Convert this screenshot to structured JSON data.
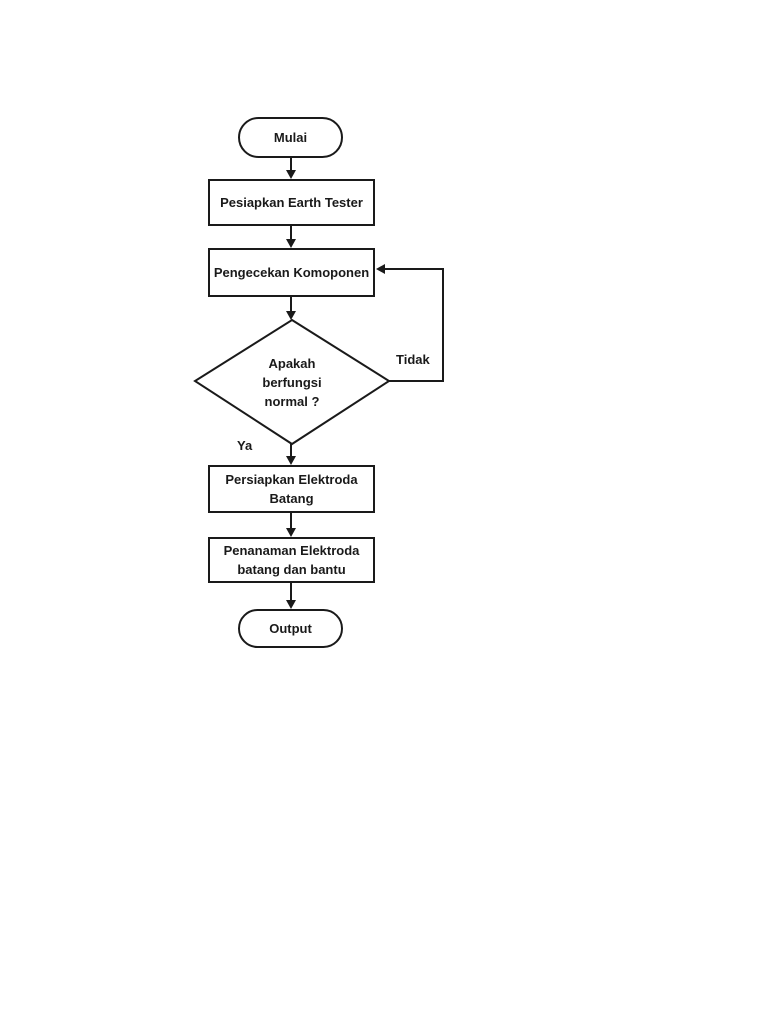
{
  "flowchart": {
    "nodes": {
      "start": {
        "type": "terminator",
        "lines": [
          "Mulai"
        ]
      },
      "prepare_tester": {
        "type": "process",
        "lines": [
          "Pesiapkan Earth Tester"
        ]
      },
      "check_component": {
        "type": "process",
        "lines": [
          "Pengecekan Komoponen"
        ]
      },
      "decision": {
        "type": "decision",
        "lines": [
          "Apakah",
          "berfungsi",
          "normal ?"
        ]
      },
      "prepare_electrode": {
        "type": "process",
        "lines": [
          "Persiapkan Elektroda",
          "Batang"
        ]
      },
      "plant_electrode": {
        "type": "process",
        "lines": [
          "Penanaman Elektroda",
          "batang dan bantu"
        ]
      },
      "output": {
        "type": "terminator",
        "lines": [
          "Output"
        ]
      }
    },
    "edge_labels": {
      "no": "Tidak",
      "yes": "Ya"
    },
    "colors": {
      "stroke": "#1a1a1a",
      "fill": "#ffffff",
      "text": "#1a1a1a"
    }
  }
}
